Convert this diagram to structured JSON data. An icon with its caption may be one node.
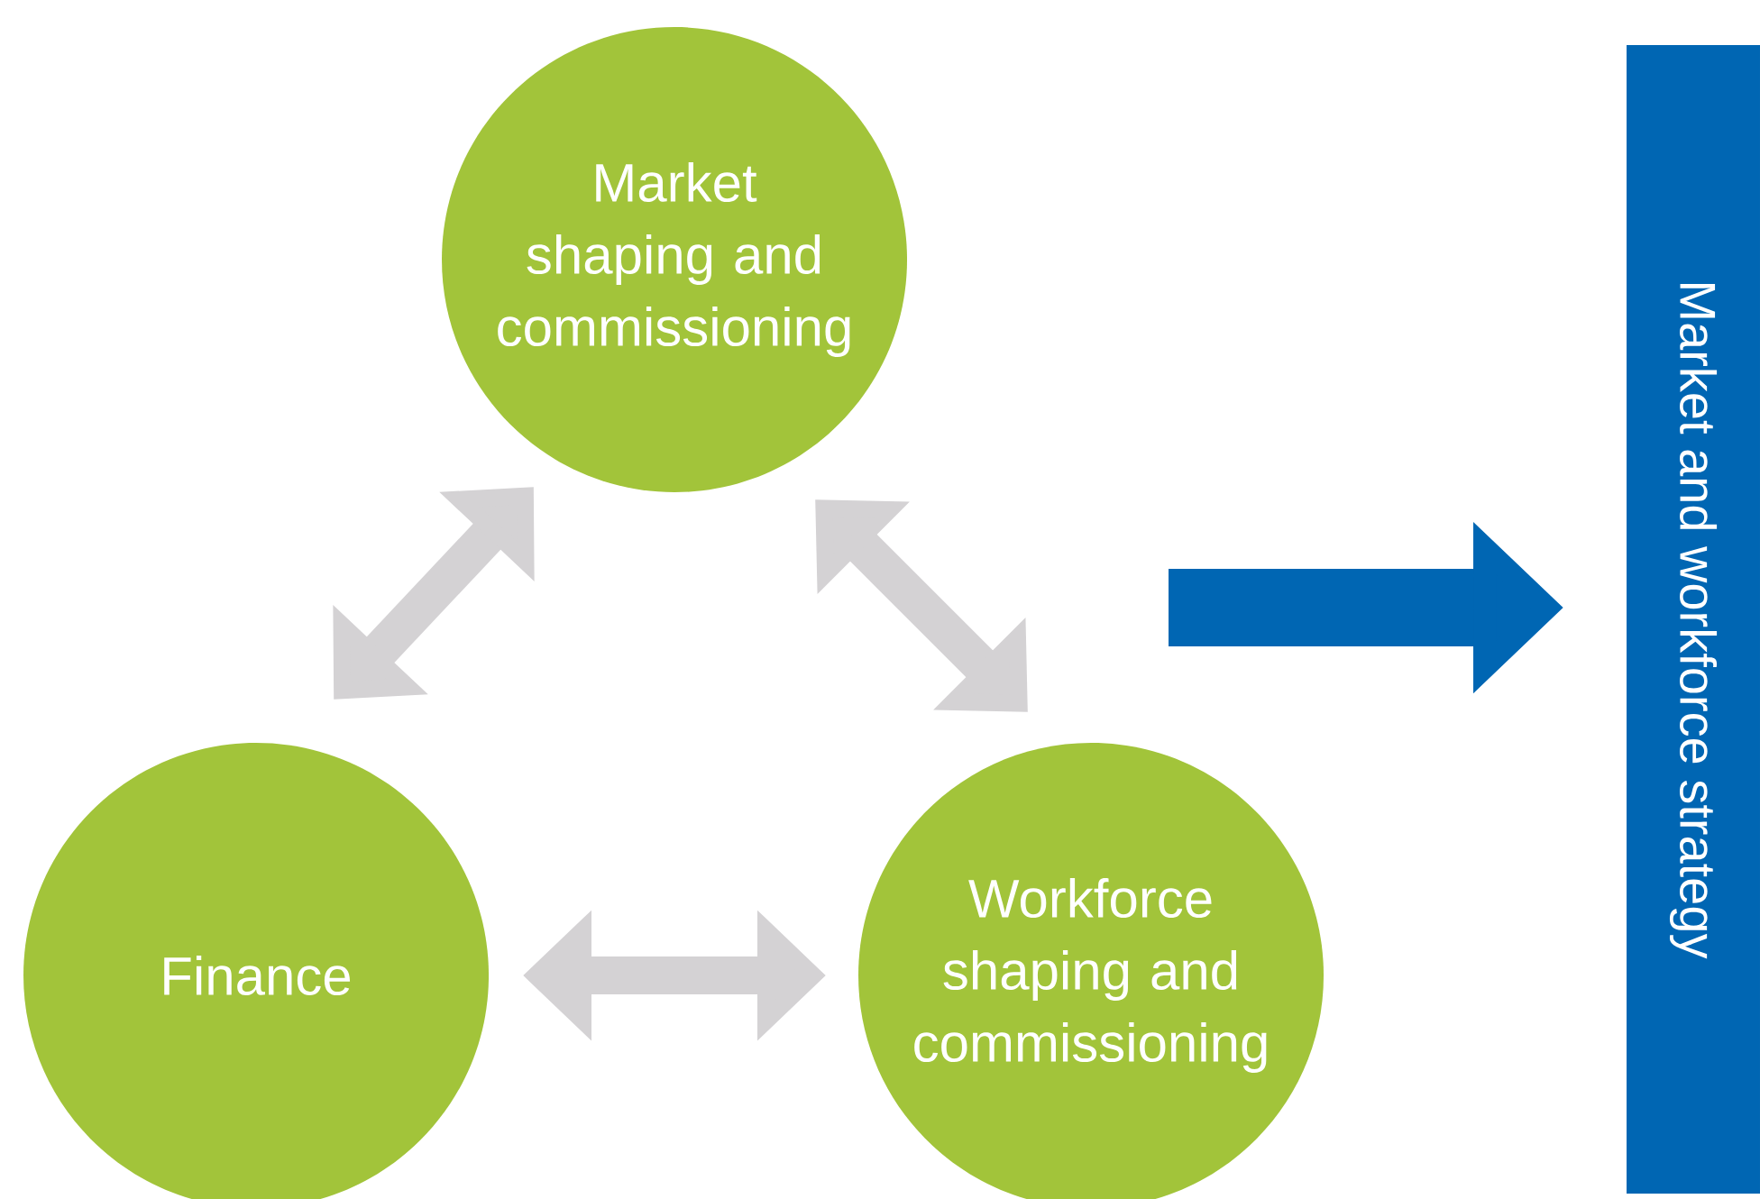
{
  "diagram": {
    "nodes": [
      {
        "text": [
          "Market shaping and commissioning"
        ]
      },
      {
        "text": [
          "Finance"
        ]
      },
      {
        "text": [
          "Workforce shaping and commissioning"
        ]
      },
      {
        "text": [
          "Market and workforce strategy"
        ]
      }
    ],
    "edges": [
      {
        "from": 0,
        "to": 1,
        "arrow": "both"
      },
      {
        "from": 0,
        "to": 2,
        "arrow": "both"
      },
      {
        "from": 1,
        "to": 2,
        "arrow": "both"
      },
      {
        "from": null,
        "to": 3,
        "arrow": "to",
        "style": "thick",
        "color": "#0066b3"
      }
    ]
  }
}
